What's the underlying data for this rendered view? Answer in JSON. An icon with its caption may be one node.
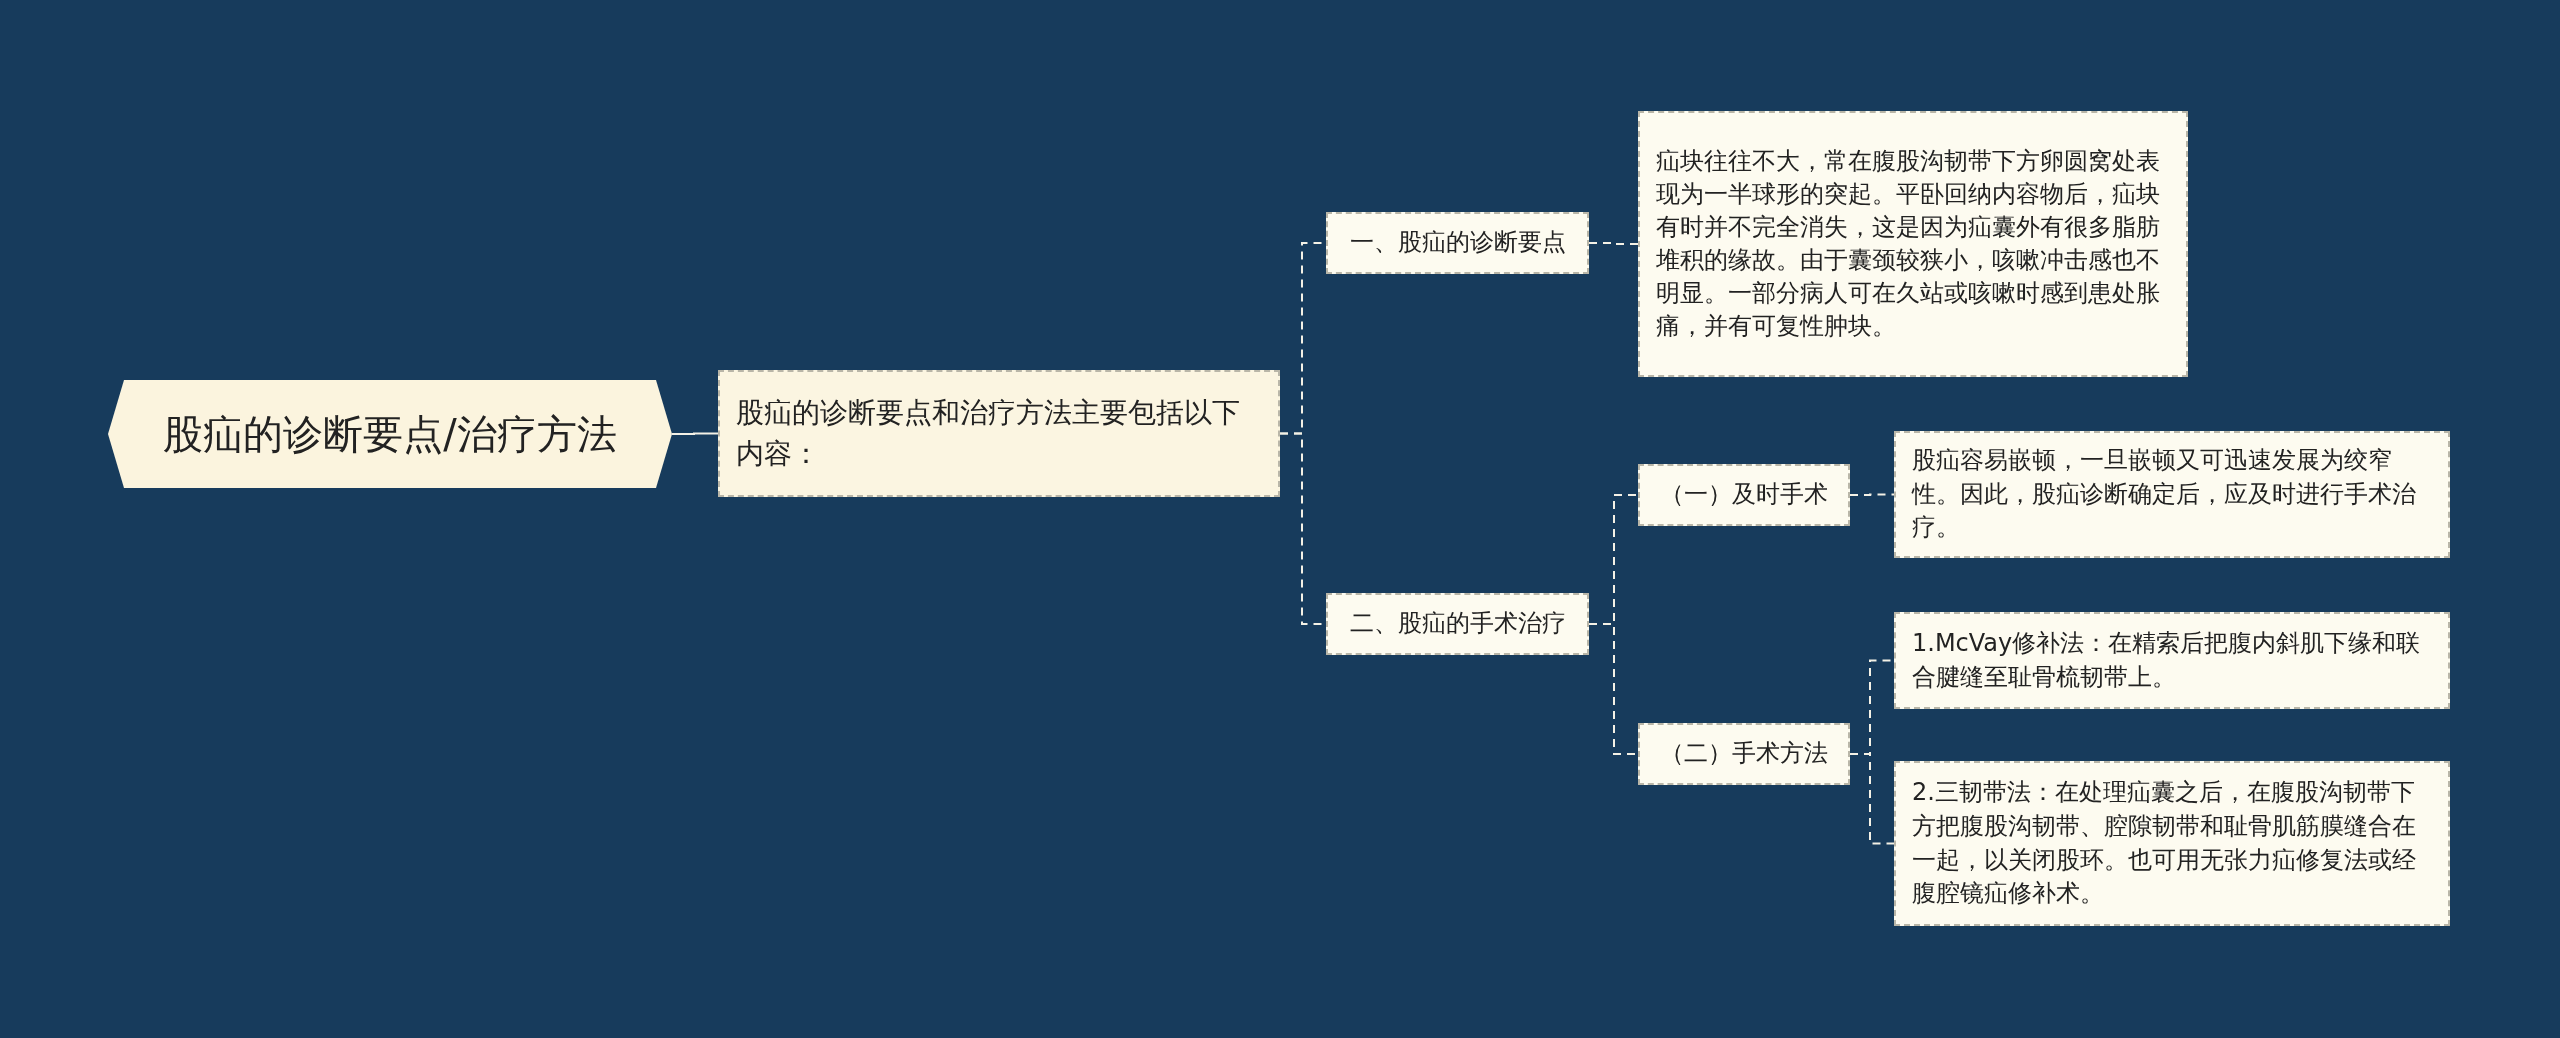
{
  "diagram": {
    "nodes": [
      {
        "text": [
          "股疝的诊断要点/治疗方法"
        ]
      },
      {
        "text": [
          "股疝的诊断要点和治疗方法主要包括以下内容："
        ]
      },
      {
        "text": [
          "一、股疝的诊断要点"
        ]
      },
      {
        "text": [
          "疝块往往不大，常在腹股沟韧带下方卵圆窝处表现为一半球形的突起。平卧回纳内容物后，疝块有时并不完全消失，这是因为疝囊外有很多脂肪堆积的缘故。由于囊颈较狭小，咳嗽冲击感也不明显。一部分病人可在久站或咳嗽时感到患处胀痛，并有可复性肿块。"
        ]
      },
      {
        "text": [
          "二、股疝的手术治疗"
        ]
      },
      {
        "text": [
          "（一）及时手术"
        ]
      },
      {
        "text": [
          "股疝容易嵌顿，一旦嵌顿又可迅速发展为绞窄性。因此，股疝诊断确定后，应及时进行手术治疗。"
        ]
      },
      {
        "text": [
          "（二）手术方法"
        ]
      },
      {
        "text": [
          "1.McVay修补法：在精索后把腹内斜肌下缘和联合腱缝至耻骨梳韧带上。"
        ]
      },
      {
        "text": [
          "2.三韧带法：在处理疝囊之后，在腹股沟韧带下方把腹股沟韧带、腔隙韧带和耻骨肌筋膜缝合在一起，以关闭股环。也可用无张力疝修复法或经腹腔镜疝修补术。"
        ]
      }
    ],
    "edges": [
      {
        "from": 0,
        "to": 1,
        "arrow": "none"
      },
      {
        "from": 1,
        "to": 2,
        "arrow": "none",
        "style": "dashed"
      },
      {
        "from": 1,
        "to": 4,
        "arrow": "none",
        "style": "dashed"
      },
      {
        "from": 2,
        "to": 3,
        "arrow": "none",
        "style": "dashed"
      },
      {
        "from": 4,
        "to": 5,
        "arrow": "none",
        "style": "dashed"
      },
      {
        "from": 4,
        "to": 7,
        "arrow": "none",
        "style": "dashed"
      },
      {
        "from": 5,
        "to": 6,
        "arrow": "none",
        "style": "dashed"
      },
      {
        "from": 7,
        "to": 8,
        "arrow": "none",
        "style": "dashed"
      },
      {
        "from": 7,
        "to": 9,
        "arrow": "none",
        "style": "dashed"
      }
    ]
  }
}
